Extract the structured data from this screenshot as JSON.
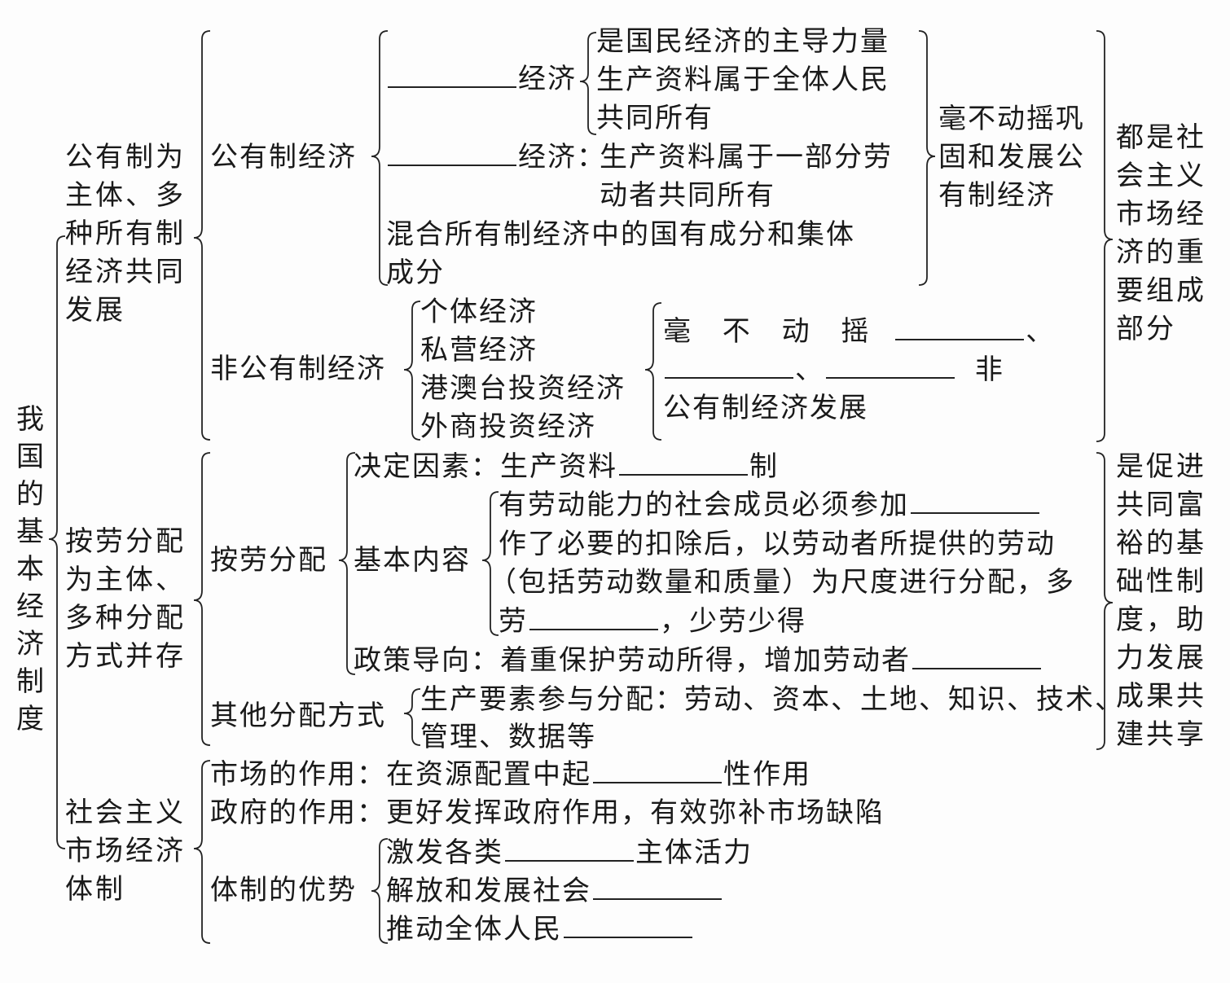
{
  "root": "我国的基本经济制度",
  "branches": {
    "ownership": "公有制为主体、多种所有制经济共同发展",
    "distribution": "按劳分配为主体、多种分配方式并存",
    "market": "社会主义市场经济体制"
  },
  "ownership": {
    "public": "公有制经济",
    "nonpublic": "非公有制经济",
    "state_suffix": "经济",
    "state_items": [
      "是国民经济的主导力量",
      "生产资料属于全体人民",
      "共同所有"
    ],
    "collective_suffix": "经济：",
    "collective_desc": [
      "生产资料属于一部分劳",
      "动者共同所有"
    ],
    "mixed": [
      "混合所有制经济中的国有成分和集体",
      "成分"
    ],
    "public_policy": [
      "毫不动摇巩",
      "固和发展公",
      "有制经济"
    ],
    "nonpublic_items": [
      "个体经济",
      "私营经济",
      "港澳台投资经济",
      "外商投资经济"
    ],
    "nonpublic_policy_1": "毫 不 动 摇",
    "nonpublic_policy_sep1": "、",
    "nonpublic_policy_sep2": "、",
    "nonpublic_policy_3": "非",
    "nonpublic_policy_4": "公有制经济发展",
    "summary": [
      "都是社",
      "会主义",
      "市场经",
      "济的重",
      "要组成",
      "部分"
    ]
  },
  "distribution": {
    "labor": "按劳分配",
    "decisive": "决定因素：生产资料",
    "decisive_suffix": "制",
    "basic": "基本内容",
    "basic_1": "有劳动能力的社会成员必须参加",
    "basic_2": "作了必要的扣除后，以劳动者所提供的劳动",
    "basic_3": "（包括劳动数量和质量）为尺度进行分配，多",
    "basic_4a": "劳",
    "basic_4b": "，少劳少得",
    "policy": "政策导向：着重保护劳动所得，增加劳动者",
    "other": "其他分配方式",
    "other_1": "生产要素参与分配：劳动、资本、土地、知识、技术、",
    "other_2": "管理、数据等",
    "summary": [
      "是促进",
      "共同富",
      "裕的基",
      "础性制",
      "度，助",
      "力发展",
      "成果共",
      "建共享"
    ]
  },
  "market": {
    "role_market": "市场的作用：在资源配置中起",
    "role_market_suffix": "性作用",
    "role_gov": "政府的作用：更好发挥政府作用，有效弥补市场缺陷",
    "advantage": "体制的优势",
    "adv_1a": "激发各类",
    "adv_1b": "主体活力",
    "adv_2": "解放和发展社会",
    "adv_3": "推动全体人民"
  }
}
